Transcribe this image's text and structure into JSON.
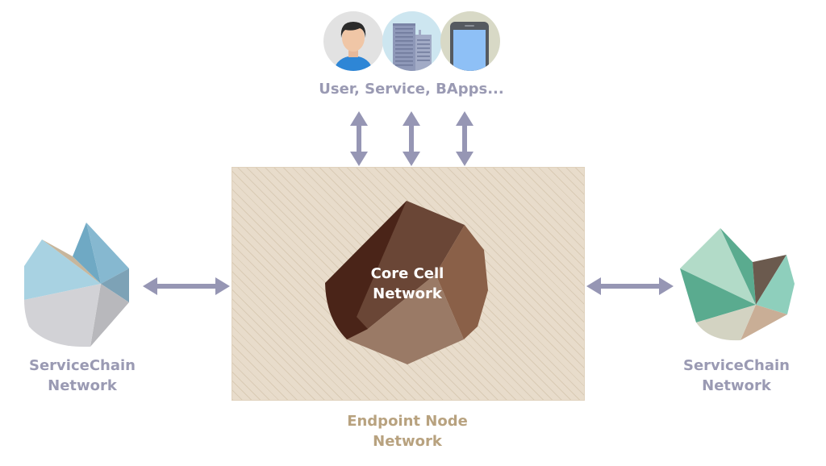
{
  "top_group": {
    "icons": [
      {
        "name": "user-avatar-icon",
        "bg": "#e2e2e2"
      },
      {
        "name": "building-icon",
        "bg": "#cde6f0"
      },
      {
        "name": "smartphone-icon",
        "bg": "#d8d9c6"
      }
    ],
    "label": "User, Service, BApps..."
  },
  "core": {
    "line1": "Core Cell",
    "line2": "Network"
  },
  "endpoint": {
    "line1": "Endpoint Node",
    "line2": "Network"
  },
  "left_chain": {
    "line1": "ServiceChain",
    "line2": "Network"
  },
  "right_chain": {
    "line1": "ServiceChain",
    "line2": "Network"
  },
  "colors": {
    "arrow": "#9696b4",
    "label_gray": "#9a9ab3",
    "label_tan": "#b8a27f",
    "endpoint_bg": "#e8dccb"
  }
}
